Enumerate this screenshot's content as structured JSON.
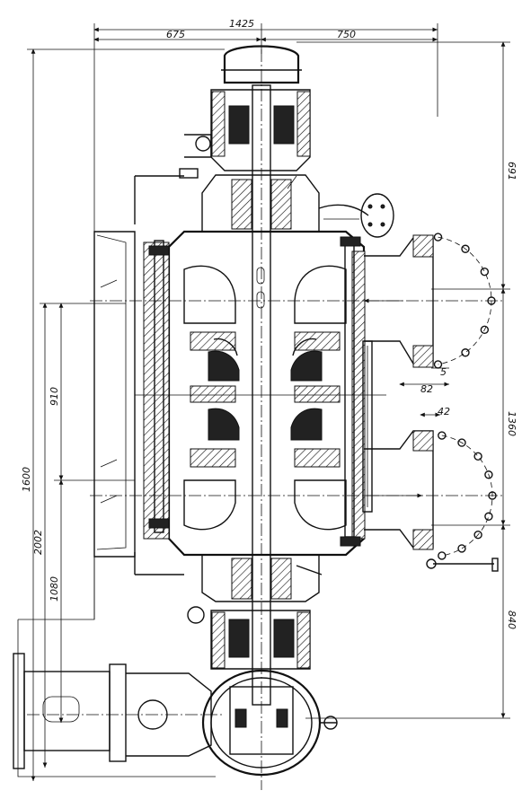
{
  "drawing": {
    "dimensions": {
      "overall_width": "1425",
      "left_width": "675",
      "right_width": "750",
      "right_top": "691",
      "right_middle": "1360",
      "right_bottom": "840",
      "left_outer": "1600",
      "left_mid": "2002",
      "left_inner": "910",
      "left_lower": "1080",
      "flange_width": "82",
      "gap": "5",
      "small": "42"
    }
  }
}
